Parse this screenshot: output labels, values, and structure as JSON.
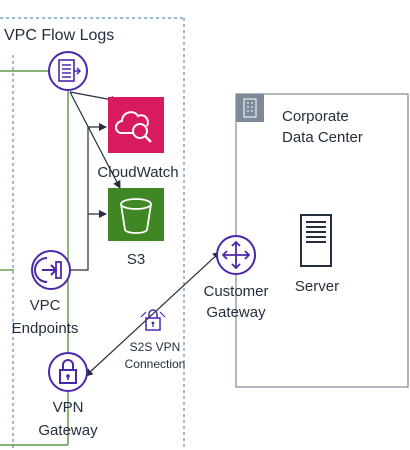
{
  "labels": {
    "vpc_flow_logs": "VPC Flow Logs",
    "cloudwatch": "CloudWatch",
    "s3": "S3",
    "vpc_endpoints_line1": "VPC",
    "vpc_endpoints_line2": "Endpoints",
    "vpn_gateway_line1": "VPN",
    "vpn_gateway_line2": "Gateway",
    "s2s_vpn_line1": "S2S VPN",
    "s2s_vpn_line2": "Connection",
    "customer_gateway_line1": "Customer",
    "customer_gateway_line2": "Gateway",
    "server": "Server",
    "corporate_line1": "Corporate",
    "corporate_line2": "Data Center"
  },
  "colors": {
    "aws_purple": "#4D27AA",
    "cloudwatch_pink": "#D81B60",
    "s3_green": "#3F8624",
    "connection_green": "#3F8624",
    "vpc_border_blue": "#5A8FBF",
    "datacenter_grey": "#7D8998",
    "text_dark": "#232F3E"
  },
  "icons": {
    "flow_logs": "flow-logs-icon",
    "cloudwatch": "cloudwatch-icon",
    "s3": "s3-bucket-icon",
    "vpc_endpoints": "vpc-endpoints-icon",
    "vpn_gateway": "vpn-gateway-lock-icon",
    "s2s_vpn": "vpn-connection-lock-icon",
    "customer_gateway": "customer-gateway-router-icon",
    "server": "server-icon",
    "corporate": "corporate-building-icon"
  }
}
